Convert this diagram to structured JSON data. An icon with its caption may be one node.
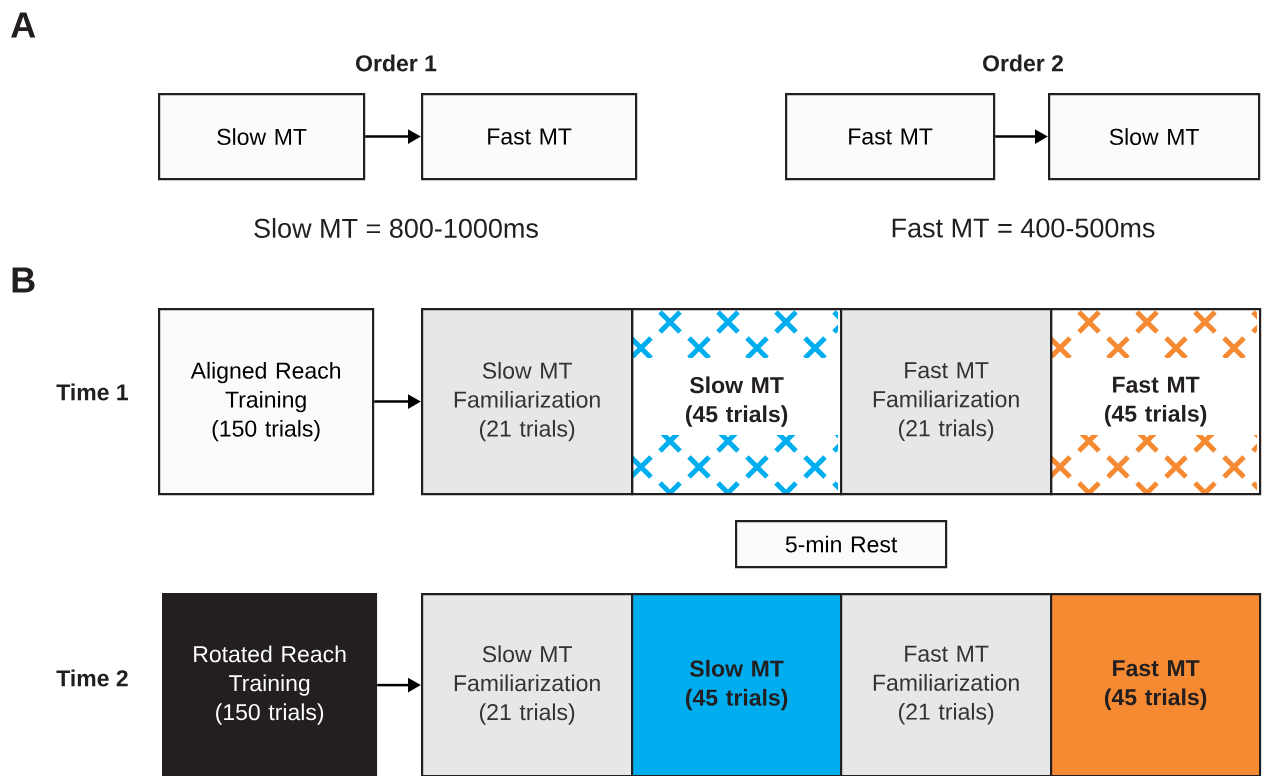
{
  "diagram": {
    "nodes": [
      {
        "text": [
          "Slow MT"
        ]
      },
      {
        "text": [
          "Fast MT"
        ]
      },
      {
        "text": [
          "Fast MT"
        ]
      },
      {
        "text": [
          "Slow MT"
        ]
      },
      {
        "text": [
          "Aligned Reach Training (150 trials)"
        ]
      },
      {
        "text": [
          "Slow MT Familiarization (21 trials)"
        ]
      },
      {
        "text": [
          "Slow MT (45 trials)"
        ]
      },
      {
        "text": [
          "Fast MT Familiarization (21 trials)"
        ]
      },
      {
        "text": [
          "Fast MT (45 trials)"
        ]
      },
      {
        "text": [
          "5-min Rest"
        ]
      },
      {
        "text": [
          "Rotated Reach Training (150 trials)"
        ]
      },
      {
        "text": [
          "Slow MT Familiarization (21 trials)"
        ]
      },
      {
        "text": [
          "Slow MT (45 trials)"
        ]
      },
      {
        "text": [
          "Fast MT Familiarization (21 trials)"
        ]
      },
      {
        "text": [
          "Fast MT (45 trials)"
        ]
      }
    ],
    "edges": [
      {
        "from": 0,
        "to": 1,
        "arrow": "to"
      },
      {
        "from": 2,
        "to": 3,
        "arrow": "to"
      },
      {
        "from": 4,
        "to": 5,
        "arrow": "to"
      },
      {
        "from": 10,
        "to": 11,
        "arrow": "to"
      }
    ],
    "labels": [
      "A",
      "Order 1",
      "Order 2",
      "Slow MT = 800-1000ms",
      "Fast MT = 400-500ms",
      "B",
      "Time 1",
      "Time 2"
    ]
  }
}
